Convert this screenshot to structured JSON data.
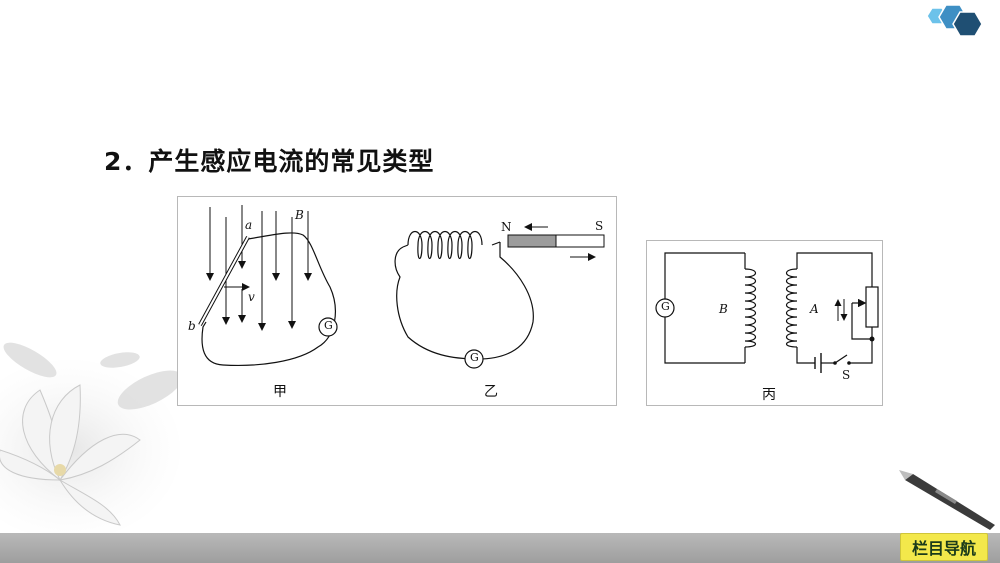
{
  "heading": "2．产生感应电流的常见类型",
  "figure_left": {
    "captions": [
      "甲",
      "乙"
    ],
    "labels_jia": {
      "a": "a",
      "b": "b",
      "B": "B",
      "v": "v",
      "galvanometer": "G"
    },
    "labels_yi": {
      "north": "N",
      "south": "S",
      "galvanometer": "G"
    }
  },
  "figure_right": {
    "caption": "丙",
    "labels": {
      "coil_b": "B",
      "coil_a": "A",
      "switch": "S",
      "galvanometer": "G"
    }
  },
  "nav": {
    "label": "栏目导航"
  },
  "colors": {
    "bottom_bar": "#a8a8a8",
    "nav_button": "#f3e84b",
    "hex_dark": "#1f4f73",
    "hex_light": "#5fb8e6"
  }
}
